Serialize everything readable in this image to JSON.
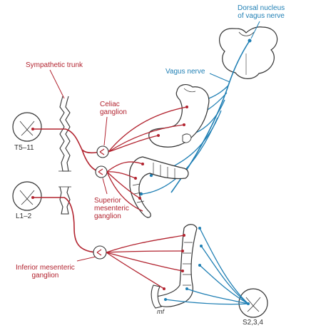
{
  "labels": {
    "dorsal_nucleus": "Dorsal nucleus\nof vagus nerve",
    "vagus_nerve": "Vagus nerve",
    "sympathetic_trunk": "Sympathetic trunk",
    "celiac_ganglion": "Celiac\nganglion",
    "t5_11": "T5–11",
    "l1_2": "L1–2",
    "superior_mesenteric_ganglion": "Superior\nmesenteric\nganglion",
    "inferior_mesenteric_ganglion": "Inferior mesenteric\nganglion",
    "s234": "S2,3,4",
    "artist_initials": "mf"
  },
  "colors": {
    "sympathetic": "#b2232f",
    "parasympathetic": "#1f7fb4",
    "outline": "#333333"
  }
}
